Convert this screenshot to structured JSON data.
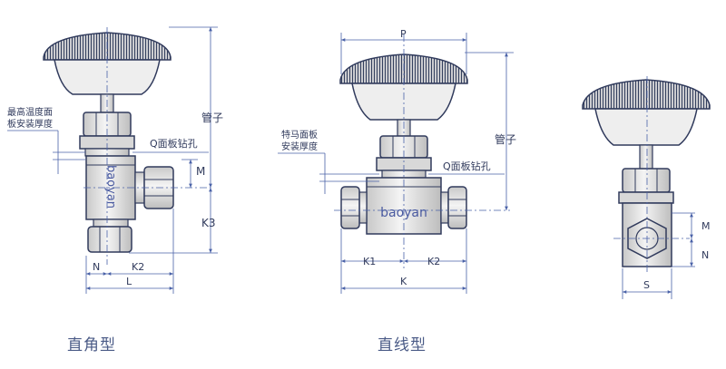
{
  "colors": {
    "outline": "#303a5c",
    "dimension": "#4a62a8",
    "metal": "#e3e3e3",
    "knob": "#34405e",
    "brand": "#4a5aa0"
  },
  "figures": [
    {
      "id": "right-angle",
      "caption": "直角型",
      "labels": {
        "panel_thickness": [
          "最高温度面",
          "板安装厚度"
        ],
        "panel_hole": "Q面板钻孔",
        "tube": "管子",
        "brand": "baoyan",
        "m": "M",
        "k3": "K3",
        "n": "N",
        "k2": "K2",
        "l": "L"
      }
    },
    {
      "id": "straight",
      "caption": "直线型",
      "labels": {
        "panel_thickness": [
          "特马面板",
          "安装厚度"
        ],
        "panel_hole": "Q面板钻孔",
        "tube": "管子",
        "brand": "baoyan",
        "p": "P",
        "k1": "K1",
        "k2": "K2",
        "k": "K"
      }
    },
    {
      "id": "side-view",
      "labels": {
        "m": "M",
        "n": "N",
        "s": "S"
      }
    }
  ]
}
